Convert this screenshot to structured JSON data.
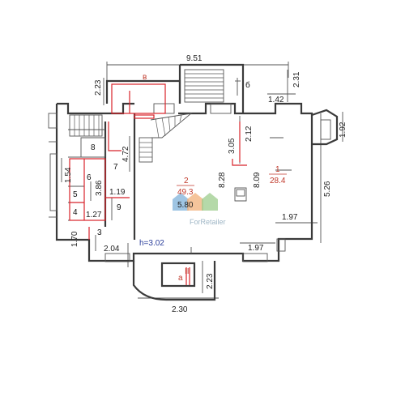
{
  "plan": {
    "dimensions": {
      "top_width": "9.51",
      "stair_left": "2.23",
      "stair_right": "2.31",
      "notch_width": "1.42",
      "bay_height": "1.92",
      "right_height": "5.26",
      "center_width": "2.12",
      "center_depth": "3.05",
      "room1_width": "1.97",
      "bottom_right": "1.97",
      "span_828": "8.28",
      "span_809": "8.09",
      "span_472": "4.72",
      "span_386": "3.86",
      "span_154": "1.54",
      "span_119": "1.19",
      "span_127": "1.27",
      "span_170": "1.70",
      "span_204": "2.04",
      "porch_depth": "2.23",
      "porch_width": "2.30",
      "room2_width": "5.80",
      "ceiling": "h=3.02"
    },
    "rooms": {
      "r1": {
        "num": "1",
        "area": "28.4"
      },
      "r2": {
        "num": "2",
        "area": "49.3"
      },
      "r3": "3",
      "r4": "4",
      "r5": "5",
      "r6": "6",
      "r7": "7",
      "r8": "8",
      "r9": "9",
      "stairwell_label": "б",
      "upper_label": "в",
      "porch_label": "a",
      "porch_roman": "II"
    },
    "watermark": "ForRetailer",
    "colors": {
      "wall": "#3a3a3a",
      "red": "#d8232a",
      "blue": "#2b3e9b",
      "watermark": "#9fb6c6"
    }
  }
}
